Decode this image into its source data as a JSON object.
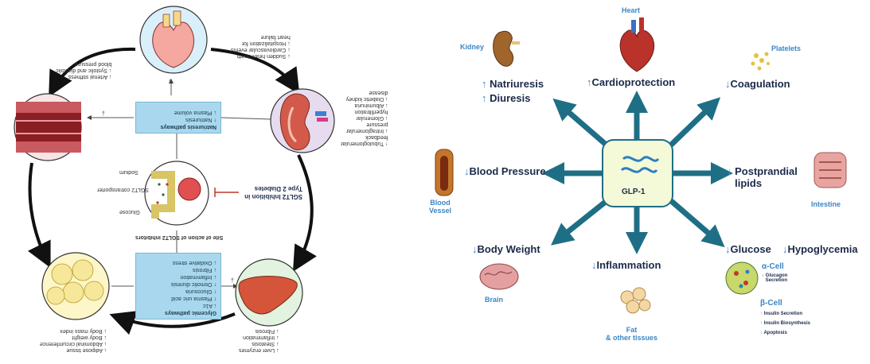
{
  "left": {
    "heart_notes": [
      "↓ Sudden heart death",
      "↓ Cardiovascular events",
      "↓ Hospitalization for",
      "  heart failure"
    ],
    "artery_notes": [
      "↓ Arterial stiffness",
      "↓ Systolic and diastolic",
      "  blood pressure"
    ],
    "kidney_notes": [
      "↑ Tubuloglomerular",
      "  feedback",
      "↓ Intraglomerular",
      "  pressure",
      "↓ Glomerular",
      "  hyperfiltration",
      "↓ Albuminuria",
      "↓ Diabetic kidney",
      "  disease"
    ],
    "natriuresis_box": {
      "title": "Natriuresis pathways",
      "items": [
        "↑ Natriuresis",
        "↓ Plasma volume"
      ]
    },
    "glycemic_box": {
      "title": "Glycemic pathways",
      "items": [
        "↓ A1c",
        "↑ Plasma uric acid",
        "↑ Glucosuria",
        "↑ Osmotic diuresis",
        "↓ Inflammation",
        "↓ Fibrosis",
        "↓ Oxidative stress"
      ]
    },
    "sglt2_label": "SGLT2 Inhibition in Type 2 Diabetes",
    "site_label": "Site of action of SGLT2 inhibitors",
    "nephron_labels": [
      "Sodium",
      "SGLT2 cotransporter",
      "Glucose"
    ],
    "liver_notes": [
      "↓ Liver enzymes",
      "↓ Steatosis",
      "↓ Inflammation",
      "↓ Fibrosis"
    ],
    "fat_notes": [
      "↓ Adipose tissue",
      "↓ Abdominal circumference",
      "↓ Body weight",
      "↓ Body mass index"
    ],
    "dagger": "†"
  },
  "right": {
    "center": "GLP-1",
    "organs": {
      "heart": "Heart",
      "kidney": "Kidney",
      "platelets": "Platelets",
      "blood_vessel": "Blood\nVessel",
      "intestine": "Intestine",
      "brain": "Brain",
      "fat": "Fat\n& other tissues"
    },
    "effects": {
      "cardio": "Cardioprotection",
      "natri": "Natriuresis",
      "diur": "Diuresis",
      "coag": "Coagulation",
      "bp": "Blood Pressure",
      "lipids": "Postprandial\nlipids",
      "weight": "Body Weight",
      "inflam": "Inflammation",
      "glucose": "Glucose",
      "hypo": "Hypoglycemia",
      "alpha": "α-Cell",
      "glucagon": "Glucagon\nSecretion",
      "beta": "β-Cell",
      "beta_items": [
        "Insulin Secretion",
        "Insulin Biosynthesis",
        "Apoptosis"
      ]
    },
    "colors": {
      "arrow": "#1e6f86",
      "label_blue": "#3b86c6",
      "dark": "#1c2a49",
      "center_fill": "#f4f9d8"
    }
  }
}
